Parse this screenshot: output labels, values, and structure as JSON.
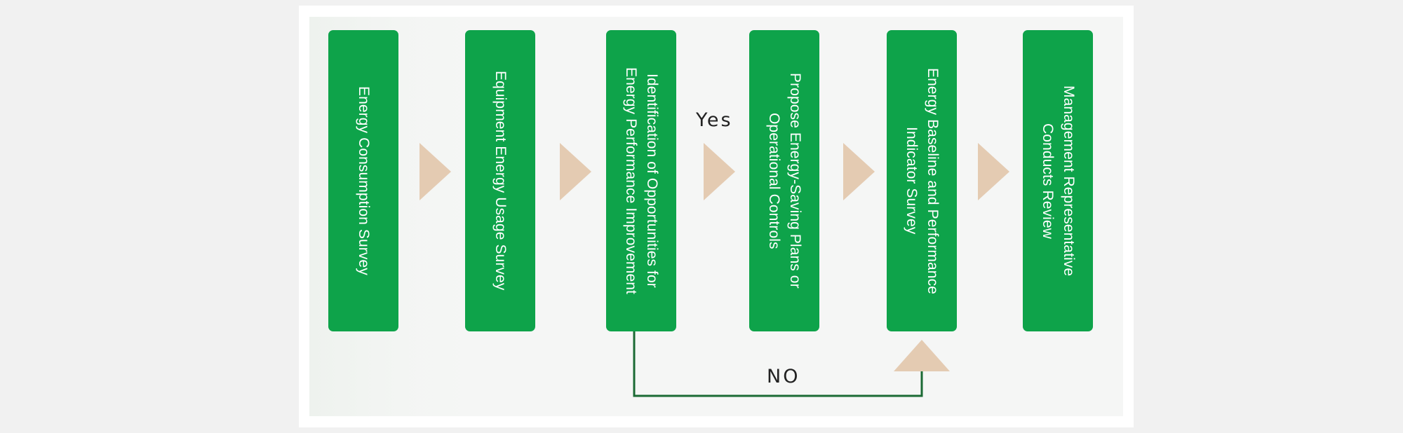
{
  "steps": [
    {
      "label": "Energy Consumption Survey"
    },
    {
      "label": "Equipment Energy Usage Survey"
    },
    {
      "label": "Identification of Opportunities for\nEnergy Performance Improvement"
    },
    {
      "label": "Propose Energy-Saving Plans or\nOperational Controls"
    },
    {
      "label": "Energy Baseline and Performance\nIndicator Survey"
    },
    {
      "label": "Management Representative\nConducts Review"
    }
  ],
  "decision": {
    "yes_label": "Yes",
    "no_label": "NO"
  },
  "colors": {
    "step_fill": "#0ea34a",
    "step_text": "#ffffff",
    "arrow": "#e4cbb2",
    "loop_line": "#1b6a34",
    "panel_bg": "#f5f6f5"
  }
}
